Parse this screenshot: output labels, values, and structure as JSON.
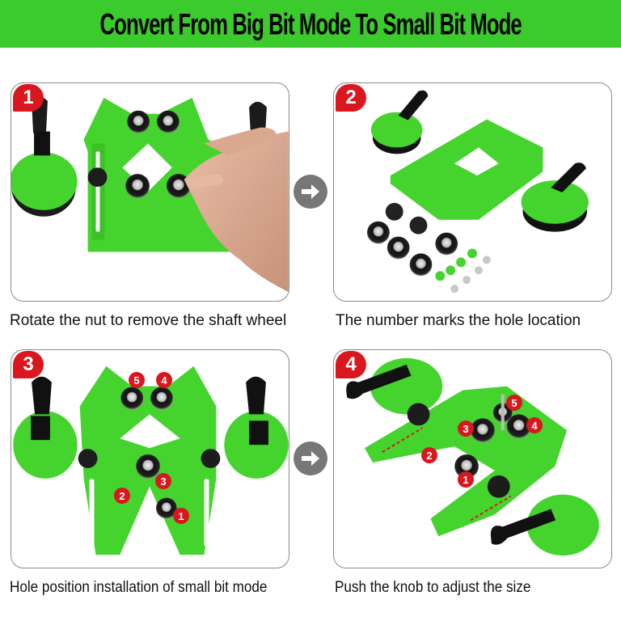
{
  "header": {
    "title": "Convert From Big Bit Mode To Small Bit Mode",
    "background": "#3ccb2c"
  },
  "colors": {
    "product_green": "#45d42e",
    "badge_red": "#d8171f",
    "arrow_gray": "#777777",
    "panel_border": "#8a8a8a"
  },
  "steps": [
    {
      "number": "1",
      "caption": "Rotate the nut to remove the shaft wheel",
      "image_description": "Hand rotating nut on green drill guide to remove bearing wheel",
      "markers": []
    },
    {
      "number": "2",
      "caption": "The number marks the hole location",
      "image_description": "Green drill guide with removed bearings, knobs, and nuts laid out",
      "markers": []
    },
    {
      "number": "3",
      "caption": "Hole position installation of small bit mode",
      "image_description": "Green drill guide with numbered hole positions",
      "markers": [
        "5",
        "4",
        "3",
        "2",
        "1"
      ]
    },
    {
      "number": "4",
      "caption": "Push the knob to adjust the size",
      "image_description": "Angled view of green drill guide with knobs and numbered bearing positions",
      "markers": [
        "5",
        "4",
        "3",
        "2",
        "1"
      ]
    }
  ],
  "arrows": [
    {
      "icon": "arrow-right-icon",
      "between": "1-2"
    },
    {
      "icon": "arrow-right-icon",
      "between": "3-4"
    }
  ]
}
